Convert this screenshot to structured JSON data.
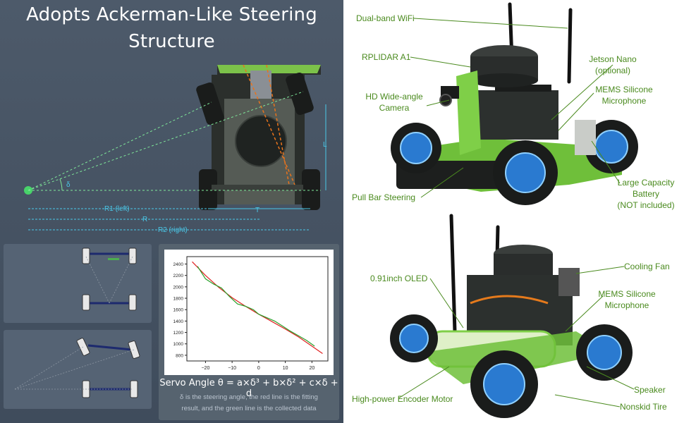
{
  "left": {
    "title_line1": "Adopts Ackerman-Like Steering",
    "title_line2": "Structure",
    "labels": {
      "delta": "δ",
      "L": "L",
      "T": "T",
      "R1": "R1 (left)",
      "R": "R",
      "R2": "R2 (right)"
    },
    "formula": "Servo Angle θ = a×δ³ + b×δ² + c×δ + d",
    "note_line1": "δ is the steering angle, the red line is the fitting",
    "note_line2": "result, and the green line is the collected data"
  },
  "chart_data": {
    "type": "line",
    "x_ticks": [
      "−20",
      "−10",
      "0",
      "10",
      "20"
    ],
    "y_ticks": [
      "800",
      "1000",
      "1200",
      "1400",
      "1600",
      "1800",
      "2000",
      "2200",
      "2400"
    ],
    "xlim": [
      -27,
      26
    ],
    "ylim": [
      700,
      2530
    ],
    "series": [
      {
        "color": "#e02020",
        "x": [
          -25,
          -20,
          -15,
          -10,
          -5,
          0,
          5,
          10,
          15,
          20,
          24
        ],
        "y": [
          2440,
          2200,
          1990,
          1810,
          1660,
          1520,
          1390,
          1260,
          1120,
          960,
          830
        ]
      },
      {
        "color": "#2aa02a",
        "x": [
          -23,
          -20,
          -17,
          -14,
          -11,
          -8,
          -5,
          -2,
          0,
          3,
          6,
          9,
          12,
          15,
          18,
          21
        ],
        "y": [
          2360,
          2140,
          2050,
          1980,
          1830,
          1700,
          1660,
          1600,
          1520,
          1460,
          1400,
          1310,
          1220,
          1140,
          1060,
          960
        ]
      }
    ]
  },
  "right": {
    "labels": {
      "wifi": "Dual-band WiFi",
      "lidar": "RPLIDAR A1",
      "jetson1": "Jetson Nano",
      "jetson2": "(optional)",
      "camera1": "HD Wide-angle",
      "camera2": "Camera",
      "mems1a": "MEMS Silicone",
      "mems1b": "Microphone",
      "pullbar": "Pull Bar Steering",
      "battery1": "Large Capacity",
      "battery2": "Battery",
      "battery3": "(NOT included)",
      "oled": "0.91inch OLED",
      "fan": "Cooling Fan",
      "mems2a": "MEMS Silicone",
      "mems2b": "Microphone",
      "speaker": "Speaker",
      "motor": "High-power Encoder Motor",
      "tire": "Nonskid Tire"
    }
  },
  "colors": {
    "green_label": "#4a8a1e",
    "dim_cyan": "#4ac8e8",
    "chassis_green": "#6fbf3a",
    "wheel_blue": "#2a7ad0"
  }
}
